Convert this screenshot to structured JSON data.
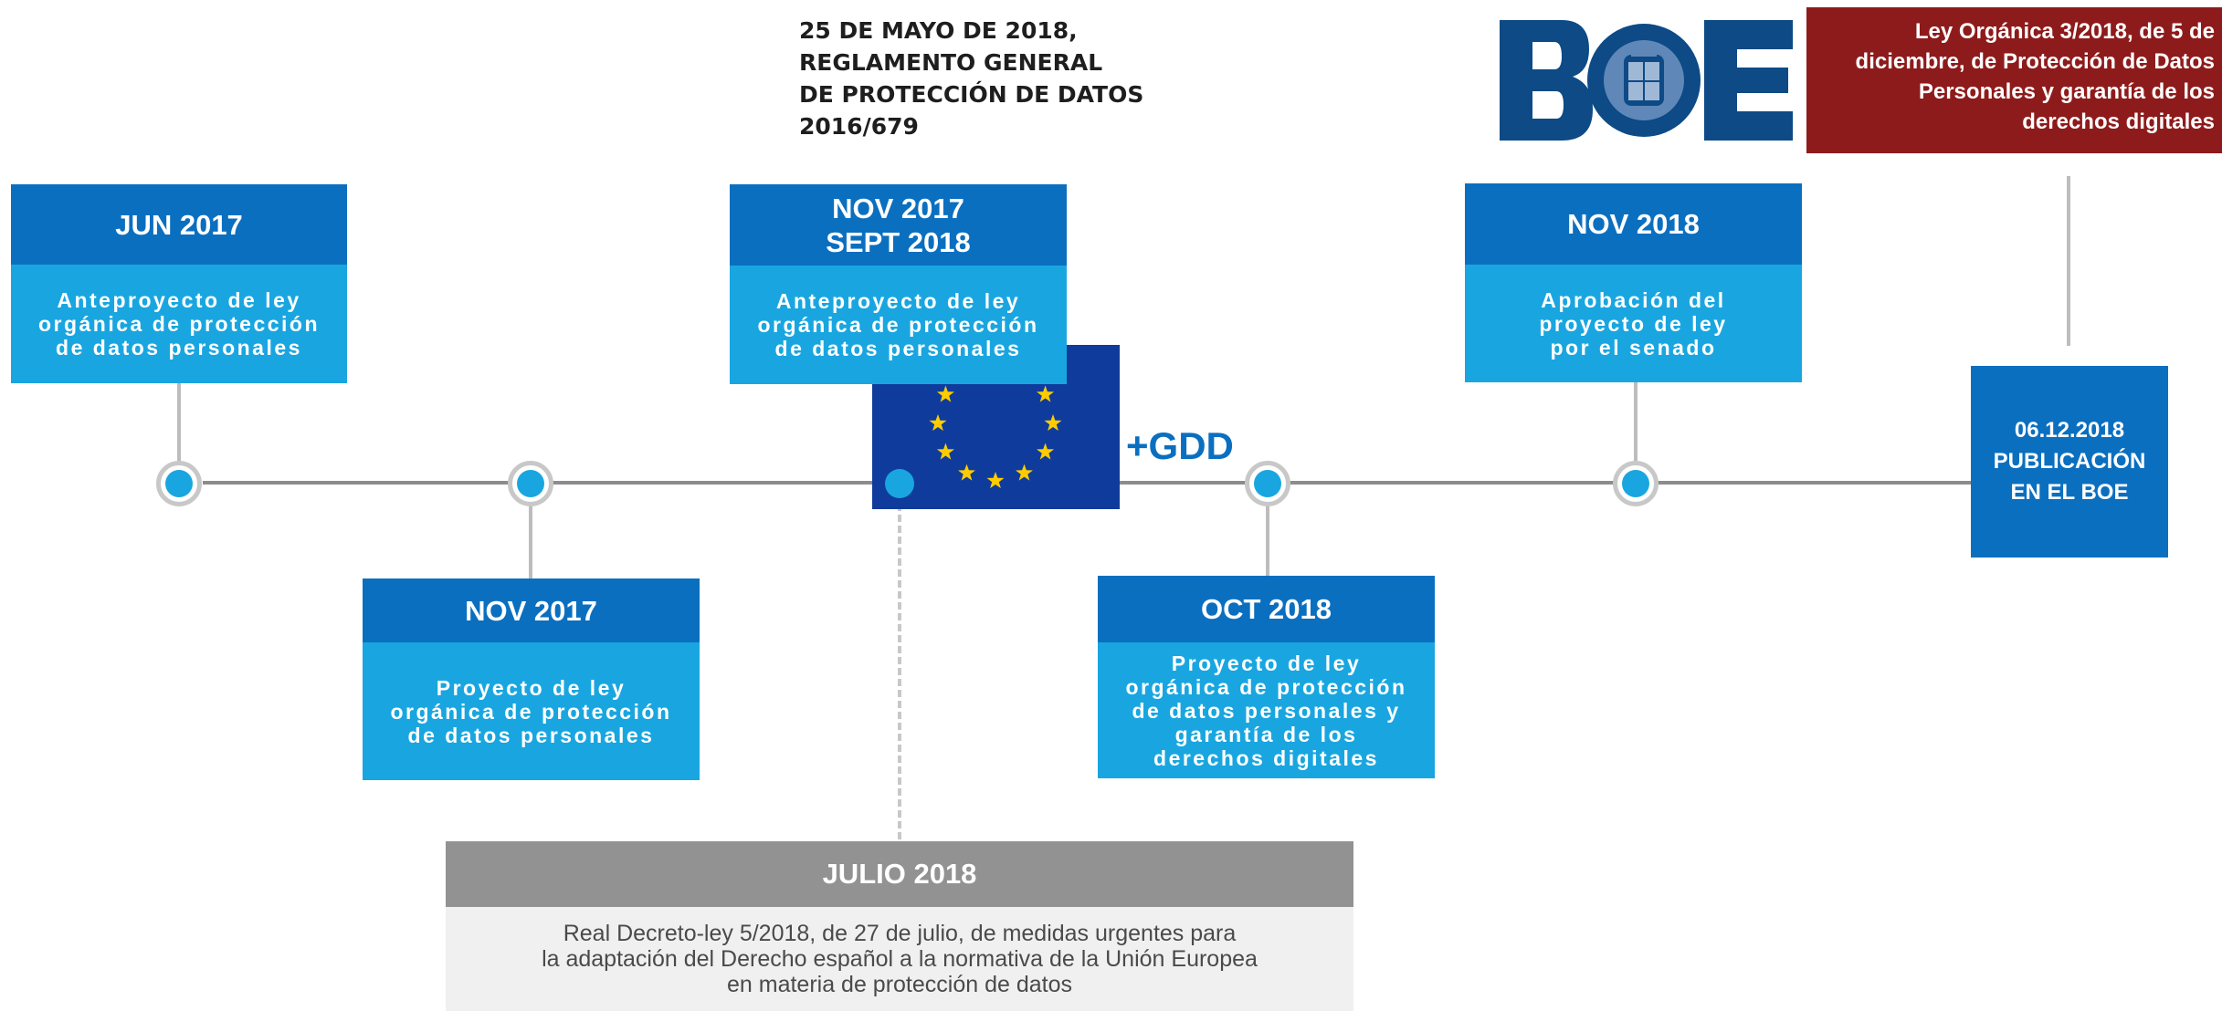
{
  "top_text": {
    "reglamento": "25 DE MAYO DE 2018,\nREGLAMENTO GENERAL\nDE PROTECCIÓN DE DATOS\n2016/679"
  },
  "ley_organica": "Ley Orgánica 3/2018, de 5 de\ndiciembre, de Protección de Datos\nPersonales y garantía de los\nderechos digitales",
  "boe_logo_text": "BOE",
  "gdd_label": "+GDD",
  "publicacion": "06.12.2018\nPUBLICACIÓN\nEN EL BOE",
  "cards": [
    {
      "date": "JUN 2017",
      "text": "Anteproyecto de ley\norgánica de protección\nde datos personales"
    },
    {
      "date": "NOV 2017",
      "text": "Proyecto de ley\norgánica de protección\nde datos personales"
    },
    {
      "date": "NOV 2017\nSEPT 2018",
      "text": "Anteproyecto de ley\norgánica de protección\nde datos personales"
    },
    {
      "date": "OCT 2018",
      "text": "Proyecto de ley\norgánica de protección\nde datos personales y\ngarantía de los\nderechos digitales"
    },
    {
      "date": "NOV 2018",
      "text": "Aprobación del\nproyecto de ley\npor el senado"
    }
  ],
  "julio": {
    "date": "JULIO 2018",
    "text": "Real Decreto-ley 5/2018, de 27 de julio, de medidas urgentes para\nla adaptación del Derecho español a la normativa de la Unión Europea\nen materia de protección de datos"
  },
  "colors": {
    "card_header": "#0b6fc0",
    "card_body": "#19a6e0",
    "ley_box": "#8e1b1b",
    "eu_blue": "#0f3c9c",
    "eu_star": "#ffcc00",
    "julio_header": "#929292",
    "julio_body": "#f0f0f0",
    "boe_blue": "#0d4a86"
  }
}
